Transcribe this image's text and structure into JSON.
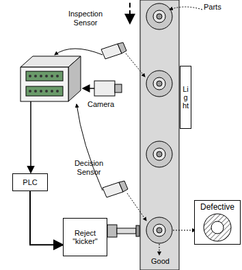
{
  "diagram": {
    "nodes": [
      {
        "text": [
          "Light"
        ]
      },
      {
        "text": [
          "PLC"
        ]
      },
      {
        "text": [
          "Reject \"kicker\""
        ]
      },
      {
        "text": [
          "Defective"
        ]
      }
    ],
    "edges": [
      {
        "from": 1,
        "to": 2,
        "arrow": "to"
      }
    ],
    "labels": [
      "Parts",
      "Inspection Sensor",
      "Camera",
      "Decision Sensor",
      "Good"
    ]
  }
}
